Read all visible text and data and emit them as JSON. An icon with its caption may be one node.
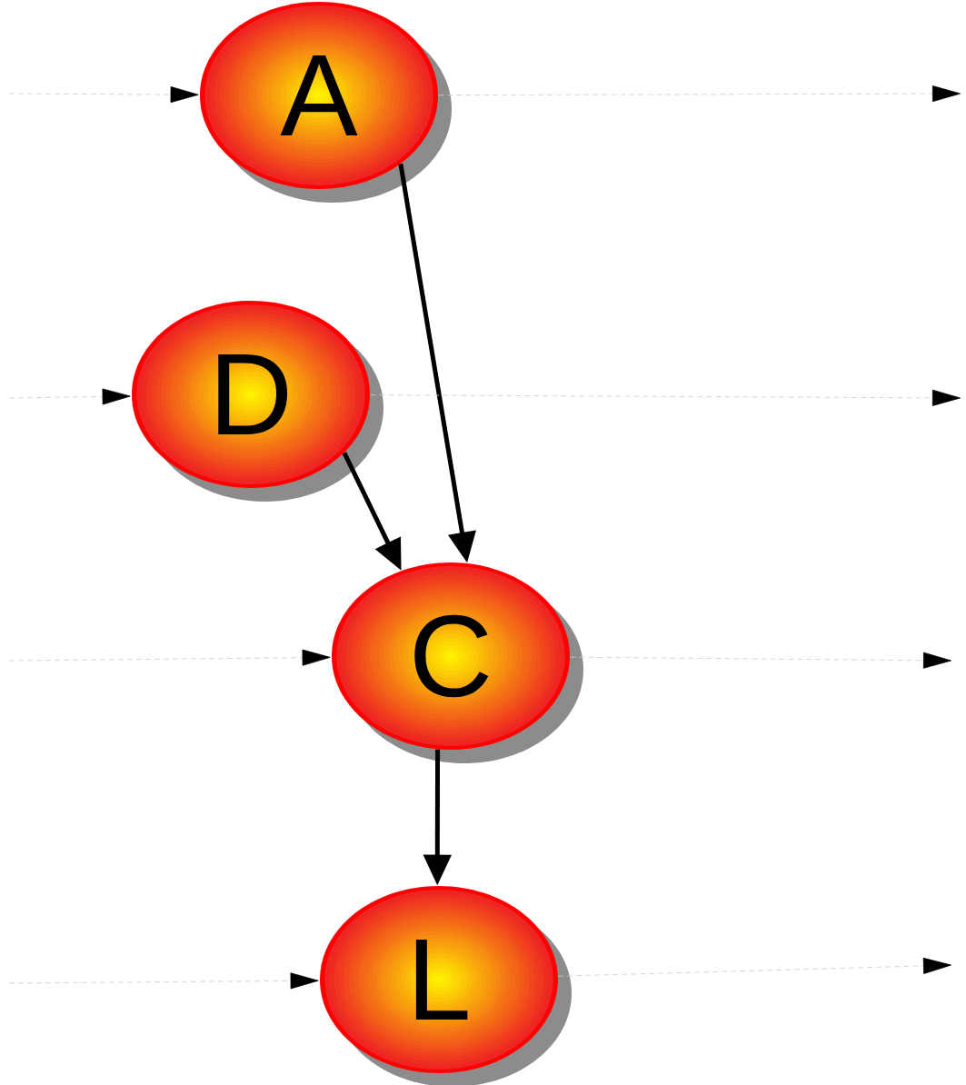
{
  "diagram": {
    "nodes": [
      {
        "text": [
          "A"
        ]
      },
      {
        "text": [
          "D"
        ]
      },
      {
        "text": [
          "C"
        ]
      },
      {
        "text": [
          "L"
        ]
      }
    ],
    "edges": [
      {
        "from": 0,
        "to": 2,
        "arrow": "to",
        "style": "thick",
        "color": "#000000"
      },
      {
        "from": 1,
        "to": 2,
        "arrow": "to",
        "style": "thick",
        "color": "#000000"
      },
      {
        "from": 2,
        "to": 3,
        "arrow": "to",
        "style": "thick",
        "color": "#000000"
      },
      {
        "from": null,
        "to": 0,
        "arrow": "to",
        "style": "dashed",
        "color": "#cccccc"
      },
      {
        "from": 0,
        "to": null,
        "arrow": "to",
        "style": "dashed",
        "color": "#cccccc"
      },
      {
        "from": null,
        "to": 1,
        "arrow": "to",
        "style": "dashed",
        "color": "#cccccc"
      },
      {
        "from": 1,
        "to": null,
        "arrow": "to",
        "style": "dashed",
        "color": "#cccccc"
      },
      {
        "from": null,
        "to": 2,
        "arrow": "to",
        "style": "dashed",
        "color": "#cccccc"
      },
      {
        "from": 2,
        "to": null,
        "arrow": "to",
        "style": "dashed",
        "color": "#cccccc"
      },
      {
        "from": null,
        "to": 3,
        "arrow": "to",
        "style": "dashed",
        "color": "#cccccc"
      },
      {
        "from": 3,
        "to": null,
        "arrow": "to",
        "style": "dashed",
        "color": "#cccccc"
      }
    ]
  }
}
